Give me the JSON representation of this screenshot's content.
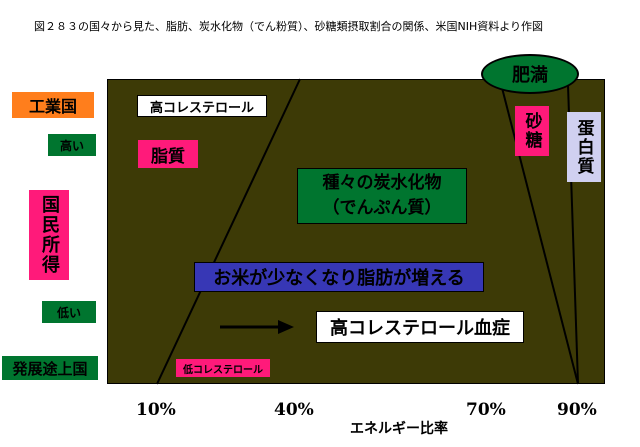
{
  "title": "図２８３の国々から見た、脂肪、炭水化物（でん粉質）、砂糖類摂取割合の関係、米国NIH資料より作図",
  "left_axis": {
    "developed_label": "工業国",
    "high_label": "高い",
    "income_label": "国民所得",
    "low_label": "低い",
    "developing_label": "発展途上国"
  },
  "regions": {
    "high_cholesterol": "高コレステロール",
    "fat": "脂質",
    "carbs": "種々の炭水化物\n（でんぷん質）",
    "trend": "お米が少なくなり脂肪が増える",
    "hyperlipidemia": "高コレステロール血症",
    "low_cholesterol": "低コレステロール",
    "obesity": "肥満",
    "sugar": "砂糖",
    "protein": "蛋白質"
  },
  "x_axis": {
    "ticks": [
      "10%",
      "40%",
      "70%",
      "90%"
    ],
    "label": "エネルギー比率"
  },
  "colors": {
    "plot_bg": "#3d3a06",
    "pink": "#ff1a7a",
    "green": "#00752f",
    "orange": "#ff7e1c",
    "blue": "#3737b5",
    "lavender": "#d0d0f0"
  }
}
